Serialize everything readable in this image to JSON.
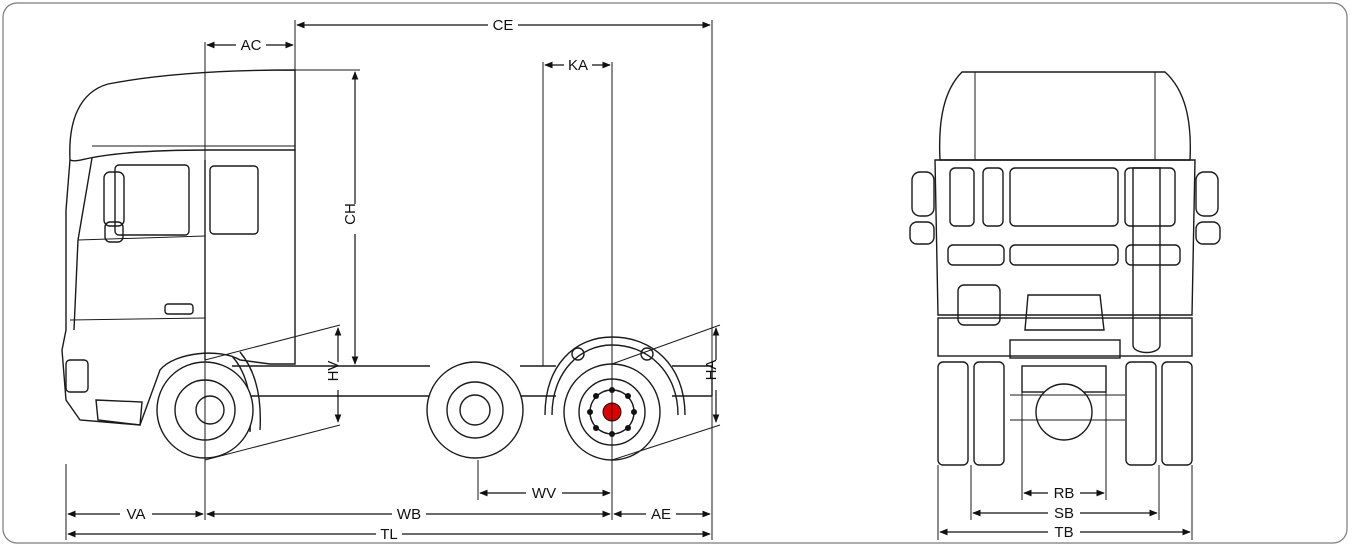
{
  "colors": {
    "line": "#1a1a1a",
    "frame": "#7a7a7a",
    "hub_highlight": "#e00000",
    "background": "#ffffff"
  },
  "side_view": {
    "dimensions": {
      "ac": "AC",
      "ce": "CE",
      "ka": "KA",
      "ch": "CH",
      "hv": "HV",
      "ha": "HA",
      "va": "VA",
      "wb": "WB",
      "wv": "WV",
      "ae": "AE",
      "tl": "TL"
    }
  },
  "rear_view": {
    "dimensions": {
      "rb": "RB",
      "sb": "SB",
      "tb": "TB"
    }
  }
}
